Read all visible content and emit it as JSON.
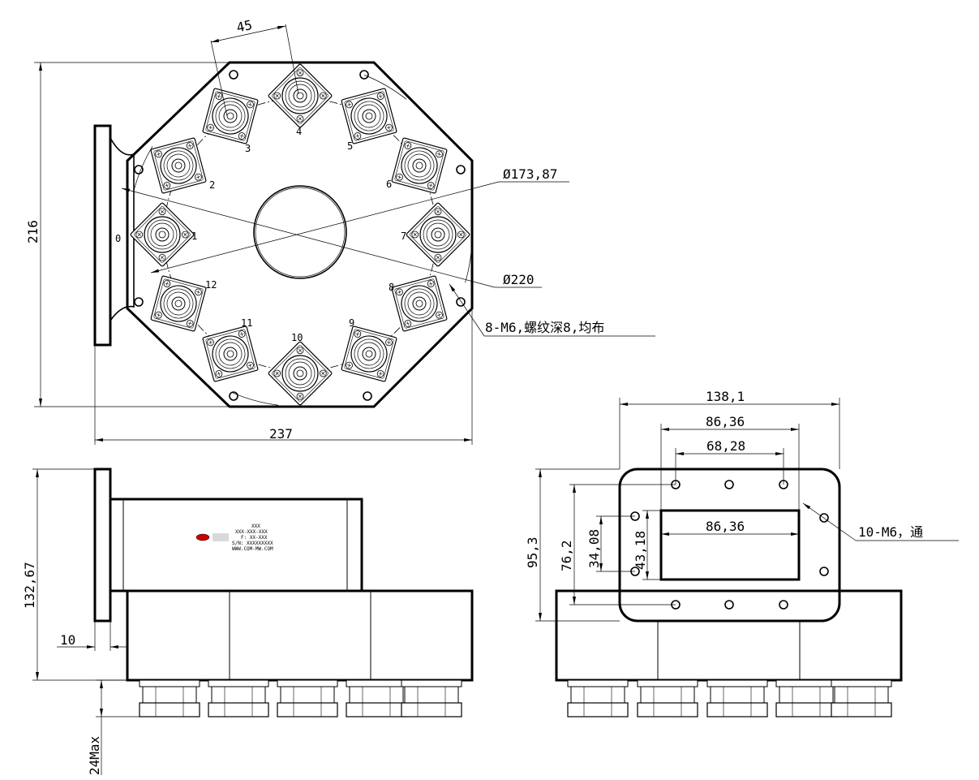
{
  "top_view": {
    "dim_port_spacing": "45",
    "dim_height": "216",
    "dim_width": "237",
    "dim_pcd": "Ø173,87",
    "dim_outer": "Ø220",
    "mount_holes_note": "8-M6,螺纹深8,均布",
    "port_labels": [
      "0",
      "1",
      "2",
      "3",
      "4",
      "5",
      "6",
      "7",
      "8",
      "9",
      "10",
      "11",
      "12"
    ]
  },
  "side_view": {
    "dim_height": "132,67",
    "dim_flange": "10",
    "dim_connector": "24Max",
    "label_lines": [
      "XXX",
      "XXX-XXX-XXX",
      "F: XX-XXX",
      "S/N: XXXXXXXXX",
      "WWW.COM-MW.COM"
    ]
  },
  "flange_view": {
    "dim_outer_width": "138,1",
    "dim_hole_span": "86,36",
    "dim_inner_span": "68,28",
    "dim_opening_width": "86,36",
    "dim_outer_height": "95,3",
    "dim_hole_vertical": "76,2",
    "dim_side_spacing": "34,08",
    "dim_opening_height": "43,18",
    "holes_note": "10-M6，通"
  }
}
